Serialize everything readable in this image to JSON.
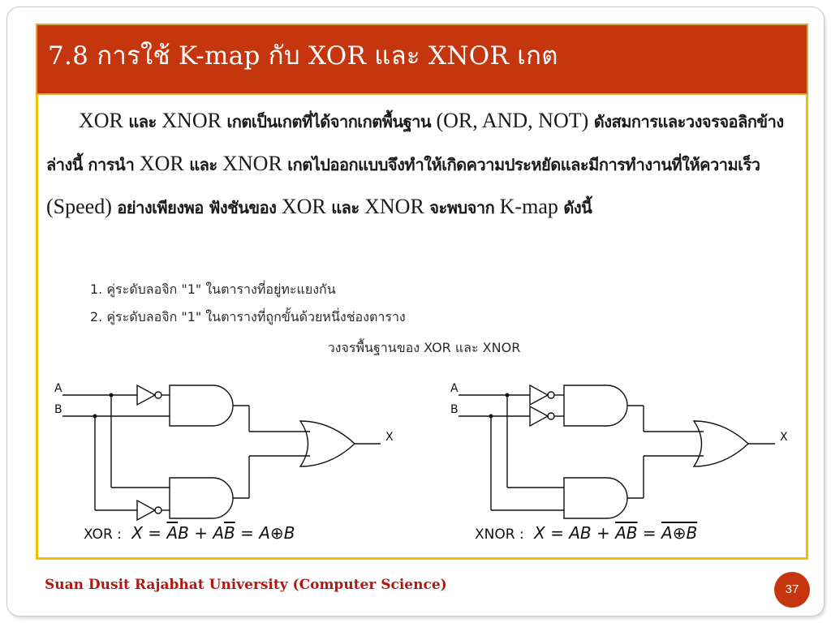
{
  "slide": {
    "title": "7.8 การใช้ K-map กับ XOR และ XNOR เกต",
    "footer": "Suan Dusit Rajabhat University (Computer Science)",
    "page_number": "37"
  },
  "body": {
    "seg1": "XOR ",
    "seg2": "และ ",
    "seg3": "XNOR ",
    "seg4": "เกตเป็นเกตที่ได้จากเกตพื้นฐาน ",
    "seg5": "(OR, AND, NOT) ",
    "seg6": "ดังสมการและวงจรจอลิกข้างล่างนี้ การนำ ",
    "seg7": "XOR ",
    "seg8": "และ ",
    "seg9": "XNOR ",
    "seg10": "เกตไปออกแบบจึงทำให้เกิดความประหยัดและมีการทำงานที่ให้ความเร็ว ",
    "seg11": "(Speed) ",
    "seg12": "อย่างเพียงพอ ฟังชันของ ",
    "seg13": "XOR ",
    "seg14": "และ ",
    "seg15": "XNOR ",
    "seg16": "จะพบจาก ",
    "seg17": "K-map ",
    "seg18": "ดังนี้"
  },
  "figure": {
    "rules": [
      "1. คู่ระดับลอจิก \"1\" ในตารางที่อยู่ทะแยงกัน",
      "2. คู่ระดับลอจิก \"1\" ในตารางที่ถูกขั้นด้วยหนึ่งช่องตาราง"
    ],
    "caption": "วงจรพื้นฐานของ XOR และ XNOR",
    "xor": {
      "input_a": "A",
      "input_b": "B",
      "output": "X",
      "label": "XOR :",
      "eq_lhs": "X =",
      "t1_over": "A",
      "t1_plain": "B",
      "op1": "+",
      "t2_plain": "A",
      "t2_over": "B",
      "eq2": "=",
      "result": "A⊕B"
    },
    "xnor": {
      "input_a": "A",
      "input_b": "B",
      "output": "X",
      "label": "XNOR :",
      "eq_lhs": "X =",
      "t1_plain": "AB",
      "op1": "+",
      "t2_over": "AB",
      "eq2": "=",
      "result_over": "A⊕B"
    }
  }
}
